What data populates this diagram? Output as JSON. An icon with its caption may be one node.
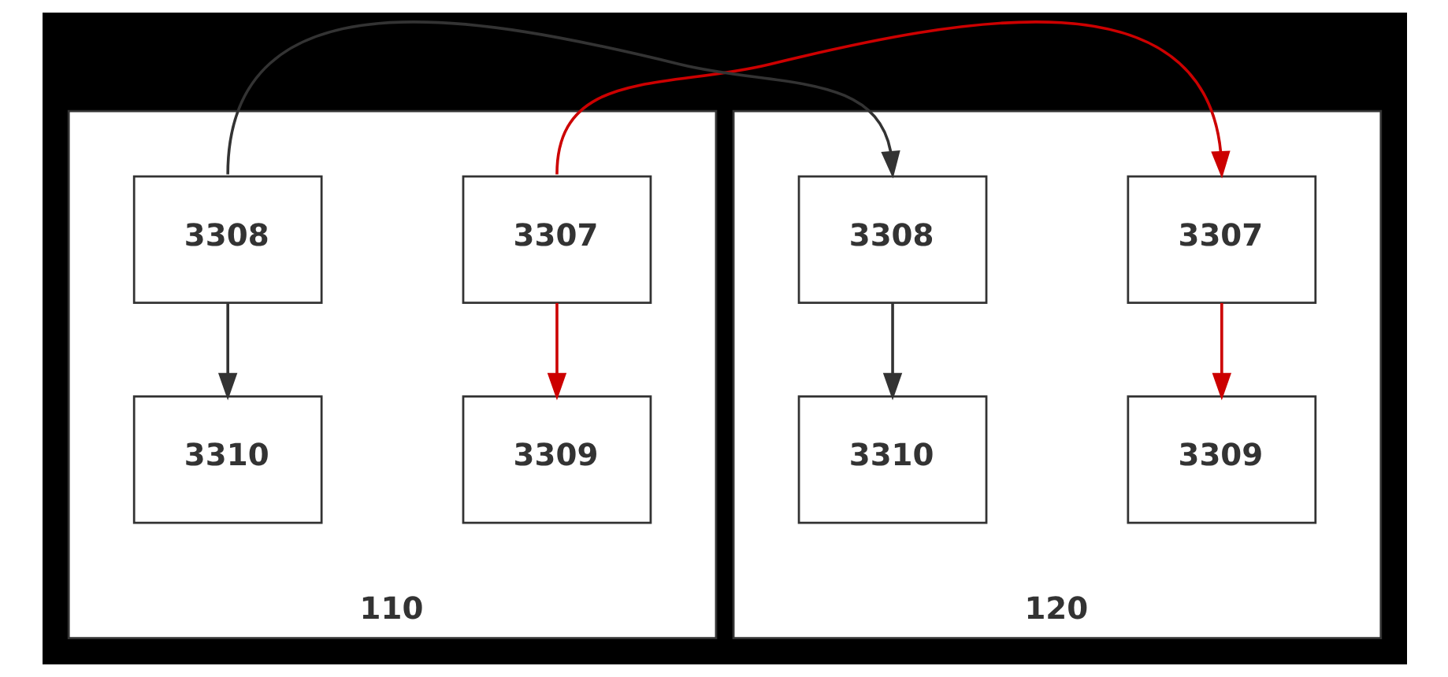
{
  "diagram": {
    "nodes": [
      {
        "text": [
          "110"
        ]
      },
      {
        "text": [
          "3307"
        ],
        "in": 0
      },
      {
        "text": [
          "3308"
        ],
        "in": 0
      },
      {
        "text": [
          "3309"
        ],
        "in": 0
      },
      {
        "text": [
          "3310"
        ],
        "in": 0
      },
      {
        "text": [
          "120"
        ]
      },
      {
        "text": [
          "3307"
        ],
        "in": 5
      },
      {
        "text": [
          "3308"
        ],
        "in": 5
      },
      {
        "text": [
          "3309"
        ],
        "in": 5
      },
      {
        "text": [
          "3310"
        ],
        "in": 5
      }
    ],
    "edges": [
      {
        "from": 1,
        "to": 6,
        "arrow": "to",
        "color": "#cc0000"
      },
      {
        "from": 2,
        "to": 7,
        "arrow": "to",
        "color": "#333333"
      },
      {
        "from": 1,
        "to": 3,
        "arrow": "to",
        "color": "#cc0000"
      },
      {
        "from": 2,
        "to": 4,
        "arrow": "to",
        "color": "#333333"
      },
      {
        "from": 6,
        "to": 8,
        "arrow": "to",
        "color": "#cc0000"
      },
      {
        "from": 7,
        "to": 9,
        "arrow": "to",
        "color": "#333333"
      }
    ]
  }
}
